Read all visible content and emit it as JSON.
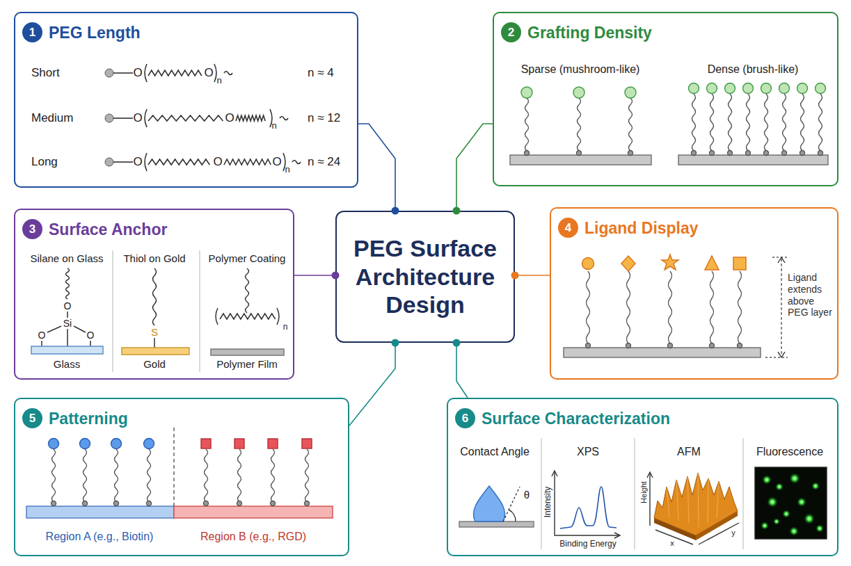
{
  "diagram": {
    "nodes": [
      {
        "text": [
          "PEG Length"
        ]
      },
      {
        "text": [
          "1"
        ],
        "in": 0
      },
      {
        "text": [
          "Grafting Density"
        ]
      },
      {
        "text": [
          "2"
        ],
        "in": 2
      },
      {
        "text": [
          "Surface Anchor"
        ]
      },
      {
        "text": [
          "3"
        ],
        "in": 4
      },
      {
        "text": [
          "PEG Surface Architecture Design"
        ]
      },
      {
        "text": [
          "Ligand Display"
        ]
      },
      {
        "text": [
          "4"
        ],
        "in": 7
      },
      {
        "text": [
          "Patterning"
        ]
      },
      {
        "text": [
          "5"
        ],
        "in": 9
      },
      {
        "text": [
          "Surface Characterization"
        ]
      },
      {
        "text": [
          "6"
        ],
        "in": 11
      }
    ],
    "edges": [
      {
        "from": 6,
        "to": 0,
        "arrow": "none"
      },
      {
        "from": 6,
        "to": 2,
        "arrow": "none"
      },
      {
        "from": 6,
        "to": 4,
        "arrow": "none"
      },
      {
        "from": 6,
        "to": 7,
        "arrow": "none"
      },
      {
        "from": 6,
        "to": 9,
        "arrow": "none"
      },
      {
        "from": 6,
        "to": 11,
        "arrow": "none"
      }
    ],
    "labels": [
      "Short",
      "O",
      "O",
      "n",
      "n ≈ 4",
      "Medium",
      "O",
      "O",
      "n",
      "n ≈ 12",
      "Long",
      "O",
      "O",
      "O",
      "n",
      "n ≈ 24",
      "Sparse (mushroom-like)",
      "Dense (brush-like)",
      "Silane on Glass",
      "Thiol on Gold",
      "Polymer Coating",
      "O",
      "O",
      "Si",
      "O",
      "S",
      "n",
      "Glass",
      "Gold",
      "Polymer Film",
      "Ligand extends above PEG layer",
      "Region A (e.g., Biotin)",
      "Region B (e.g., RGD)",
      "Contact Angle",
      "XPS",
      "AFM",
      "Fluorescence",
      "θ",
      "Intensity",
      "Binding Energy",
      "Height",
      "x",
      "y"
    ]
  }
}
